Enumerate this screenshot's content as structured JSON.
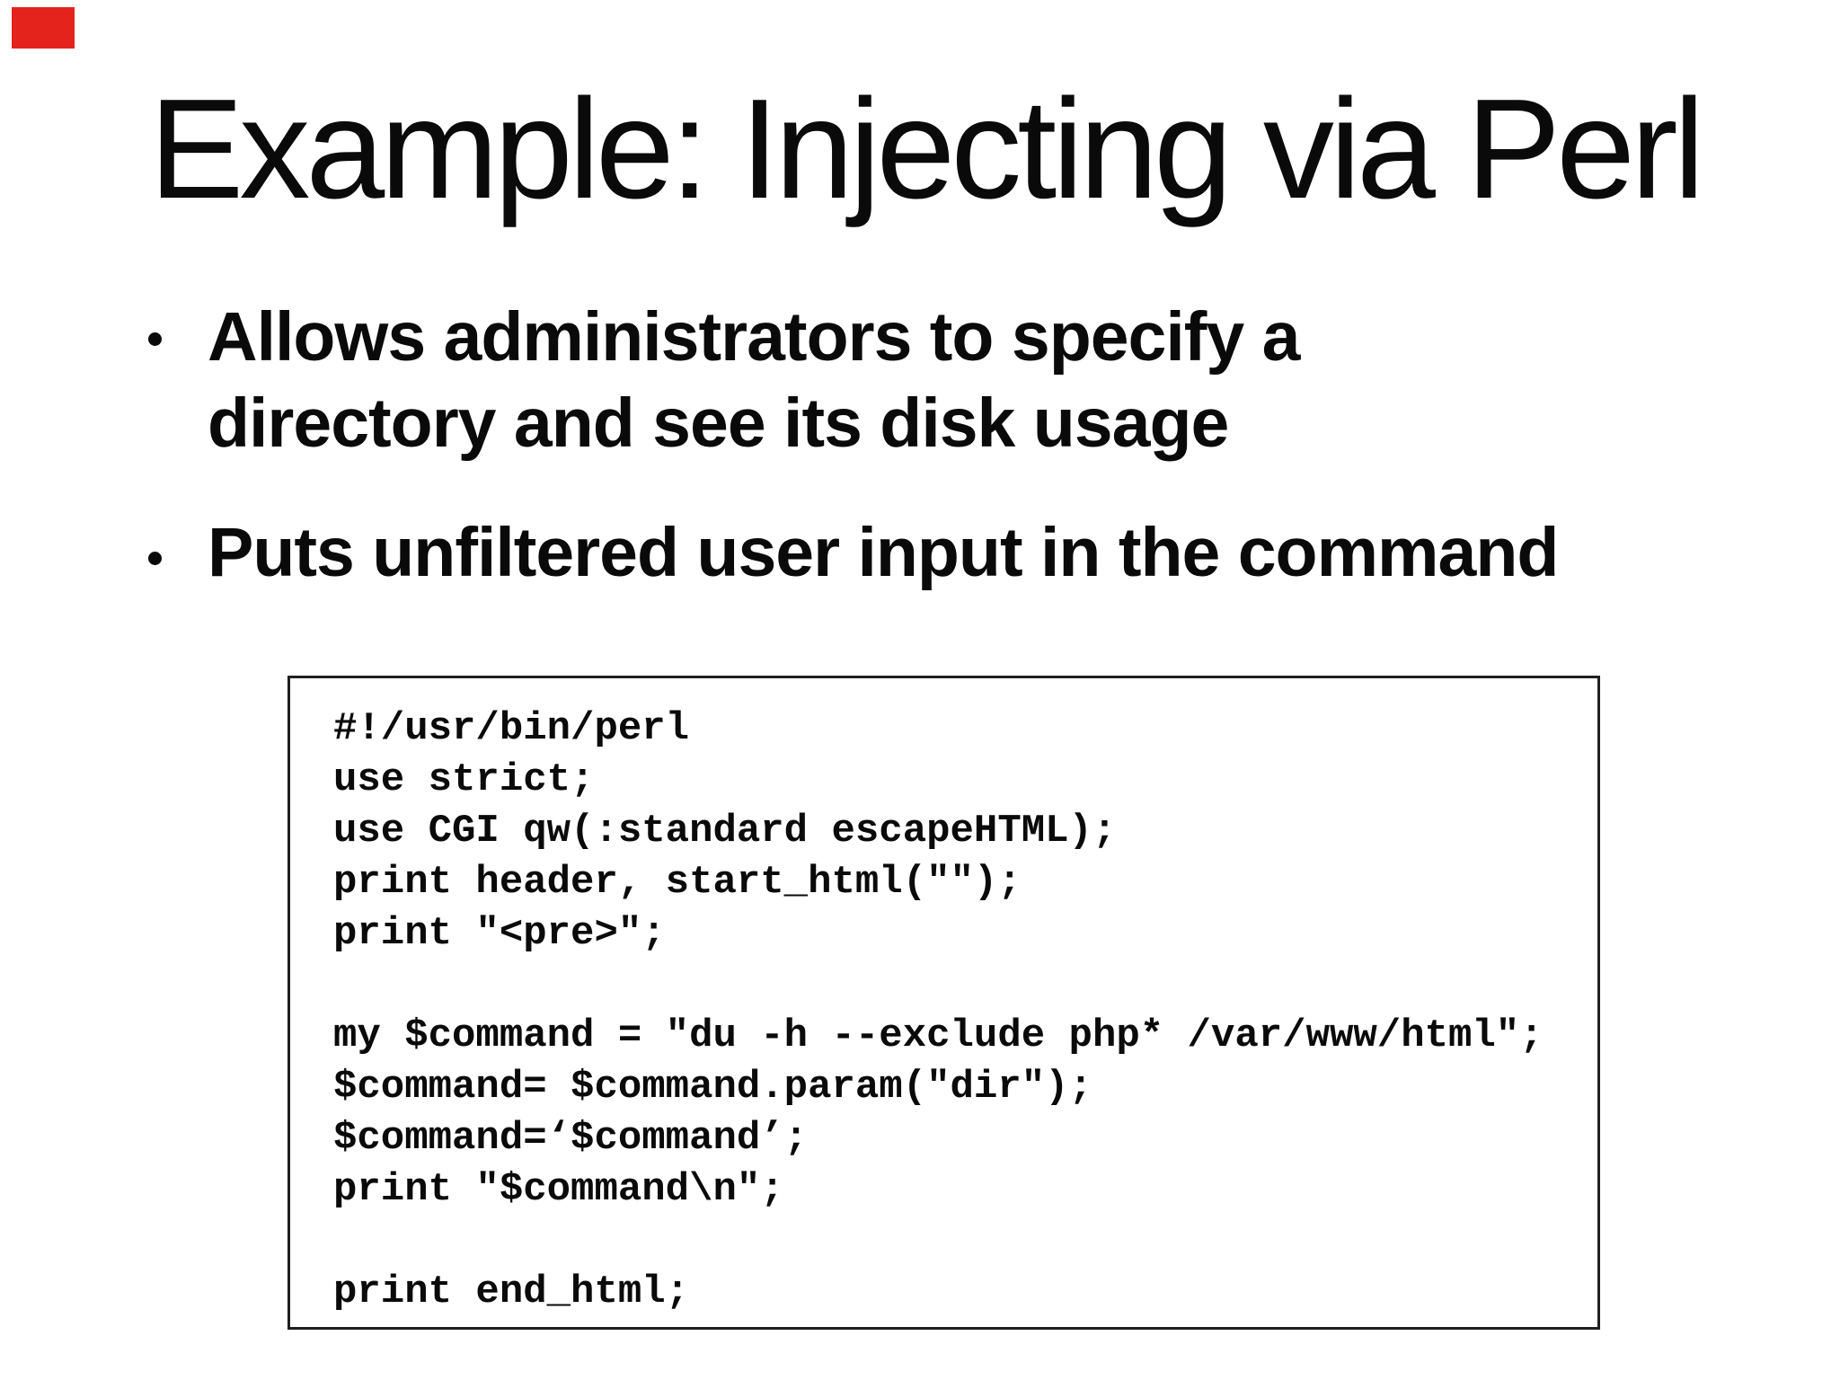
{
  "slide": {
    "title": "Example: Injecting via Perl",
    "bullets": [
      {
        "lines": [
          "Allows administrators to specify a",
          "directory and see its disk usage"
        ]
      },
      {
        "lines": [
          "Puts unfiltered user input in the command"
        ]
      }
    ],
    "code": {
      "lines": [
        "#!/usr/bin/perl",
        "use strict;",
        "use CGI qw(:standard escapeHTML);",
        "print header, start_html(\"\");",
        "print \"<pre>\";",
        "",
        "my $command = \"du -h --exclude php* /var/www/html\";",
        "$command= $command.param(\"dir\");",
        "$command=‘$command’;",
        "print \"$command\\n\";",
        "",
        "print end_html;"
      ]
    },
    "colors": {
      "background": "#ffffff",
      "text": "#0a0a0a",
      "code_box_border": "#1f1f1f",
      "corner_marker": "#e3231c"
    }
  }
}
